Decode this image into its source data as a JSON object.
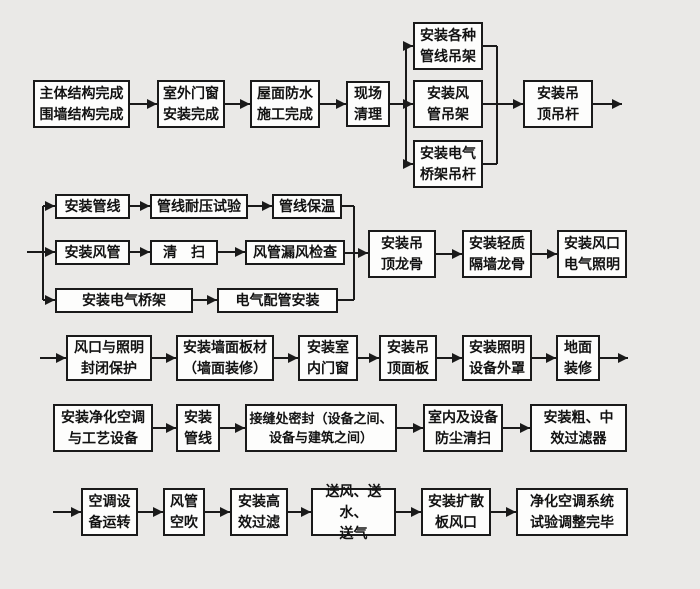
{
  "diagram": {
    "title_semantic": "clean-room purification air-conditioning construction flow",
    "colors": {
      "background": "#eae9e7",
      "box_fill": "#fdfdfc",
      "box_border": "#1a1a1a",
      "text": "#121212"
    },
    "nodes": {
      "structure_complete": "主体结构完成\n围墙结构完成",
      "exterior_doors": "室外门窗\n安装完成",
      "roof_waterproof": "屋面防水\n施工完成",
      "site_clearing": "现场\n清理",
      "pipeline_hangers": "安装各种\n管线吊架",
      "duct_hangers": "安装风\n管吊架",
      "cable_tray_rods": "安装电气\n桥架吊杆",
      "ceiling_rods": "安装吊\n顶吊杆",
      "install_pipeline": "安装管线",
      "pipeline_pressure_test": "管线耐压试验",
      "pipeline_insulation": "管线保温",
      "install_duct": "安装风管",
      "cleaning": "清　扫",
      "duct_leak_check": "风管漏风检查",
      "install_cable_tray": "安装电气桥架",
      "electrical_conduit": "电气配管安装",
      "ceiling_keel": "安装吊\n顶龙骨",
      "partition_keel": "安装轻质\n隔墙龙骨",
      "outlet_lighting": "安装风口\n电气照明",
      "outlet_protection": "风口与照明\n封闭保护",
      "wall_panels": "安装墙面板材\n（墙面装修）",
      "interior_doors": "安装室\n内门窗",
      "ceiling_panels": "安装吊\n顶面板",
      "lighting_covers": "安装照明\n设备外罩",
      "floor_finish": "地面\n装修",
      "purification_equipment": "安装净化空调\n与工艺设备",
      "install_piping": "安装\n管线",
      "joint_sealing": "接缝处密封（设备之间、\n设备与建筑之间）",
      "dust_cleaning": "室内及设备\n防尘清扫",
      "coarse_filters": "安装粗、中\n效过滤器",
      "ac_operation": "空调设\n备运转",
      "duct_blow": "风管\n空吹",
      "hepa_filter": "安装高\n效过滤",
      "air_water_supply": "送风、送水、\n送气",
      "diffuser_outlet": "安装扩散\n板风口",
      "system_complete": "净化空调系统\n试验调整完毕"
    }
  }
}
